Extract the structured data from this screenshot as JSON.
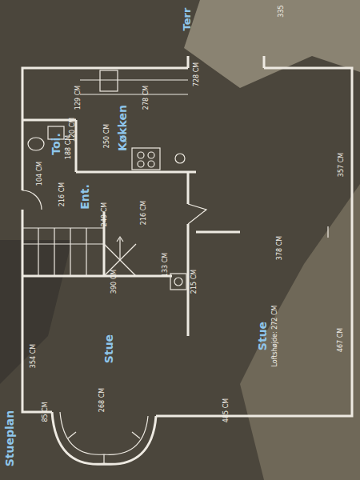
{
  "diagram": {
    "title": "Stueplan",
    "labels": [
      "335",
      "Terr",
      "728 CM",
      "278 CM",
      "129 CM",
      "120 CM",
      "250 CM",
      "Køkken",
      "188 CM",
      "Toi.",
      "104 CM",
      "216 CM",
      "Ent.",
      "249 CM",
      "216 CM",
      "133 CM",
      "390 CM",
      "215 CM",
      "378 CM",
      "357 CM",
      "Stue",
      "354 CM",
      "Stue",
      "Loftshøjde: 272 CM",
      "467 CM",
      "268 CM",
      "485 CM",
      "85 CM"
    ]
  }
}
